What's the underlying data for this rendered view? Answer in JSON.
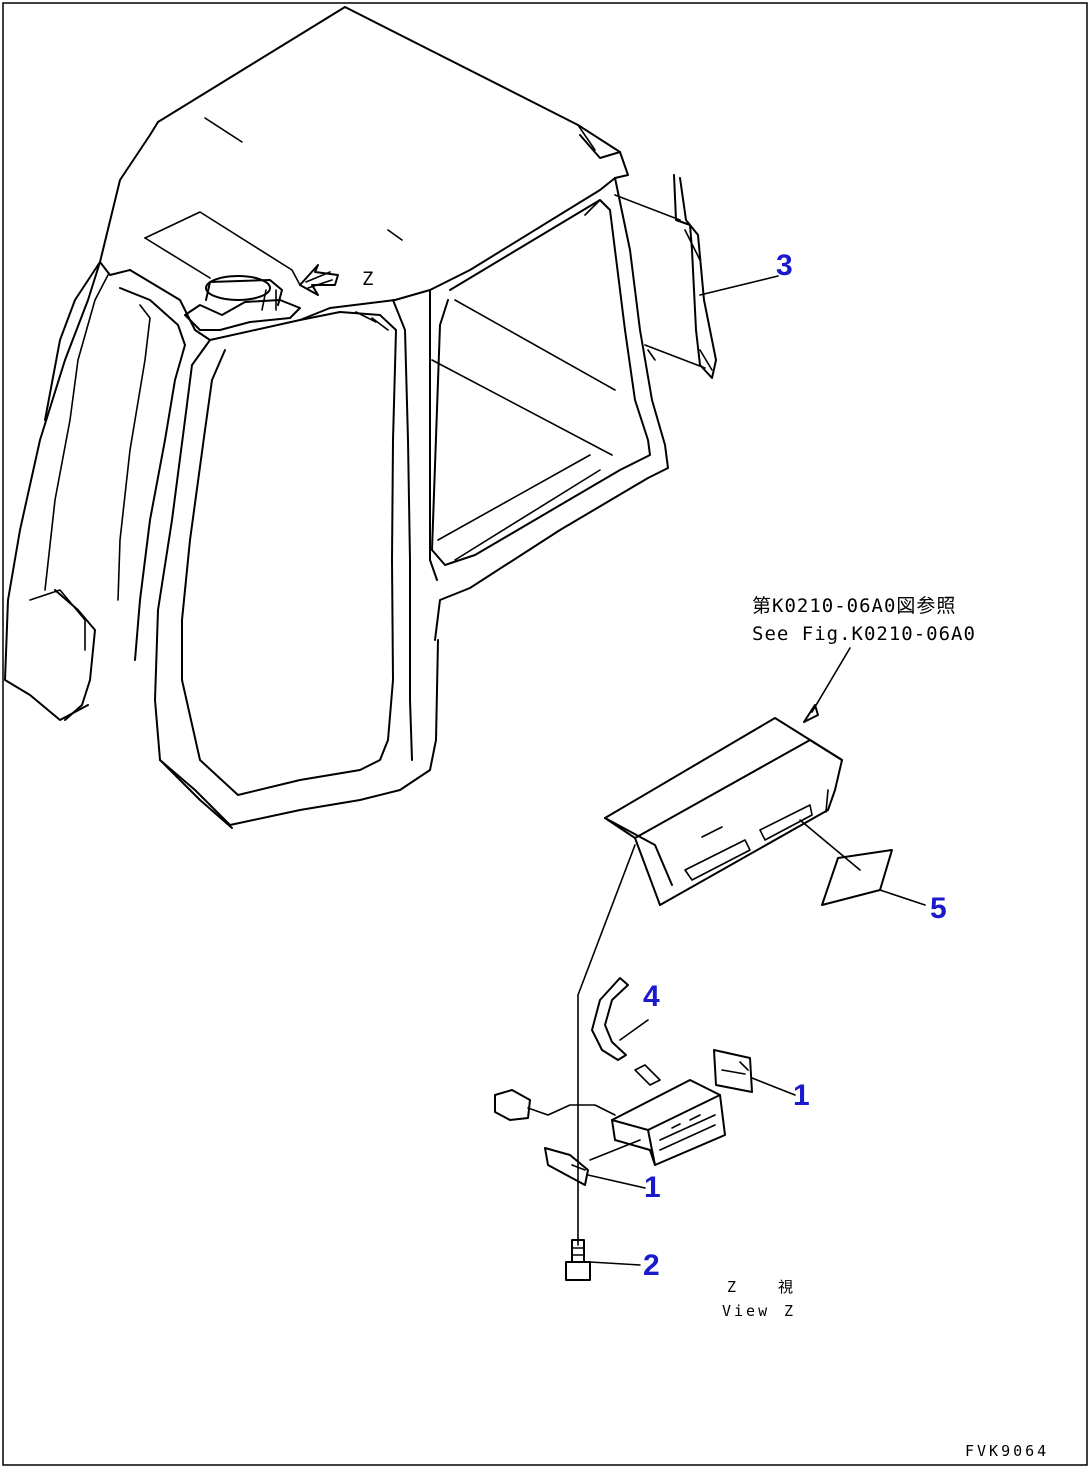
{
  "view_label": "Z",
  "reference": {
    "japanese": "第K0210-06A0図参照",
    "english": "See Fig.K0210-06A0"
  },
  "view": {
    "letter": "Z",
    "japanese": "視",
    "english_prefix": "View",
    "english_letter": "Z"
  },
  "callouts": [
    {
      "number": "1"
    },
    {
      "number": "1"
    },
    {
      "number": "2"
    },
    {
      "number": "3"
    },
    {
      "number": "4"
    },
    {
      "number": "5"
    }
  ],
  "drawing_code": "FVK9064",
  "colors": {
    "callout": "#1a1acc",
    "line": "#000000",
    "background": "#ffffff"
  }
}
